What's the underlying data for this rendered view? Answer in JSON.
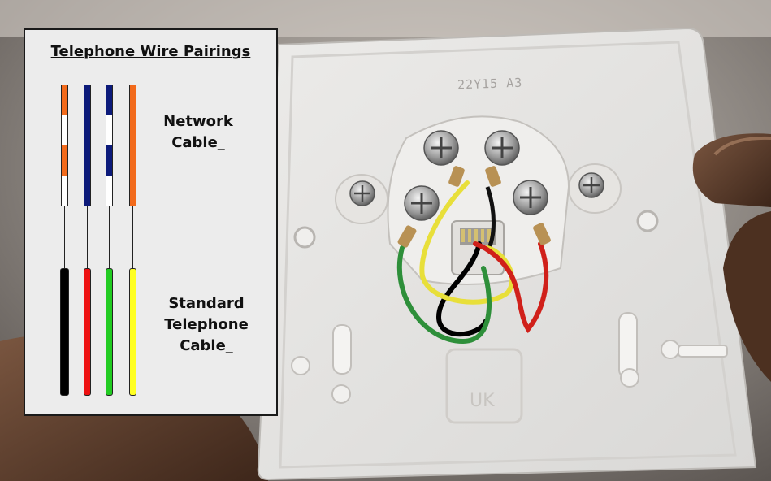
{
  "diagram": {
    "title": "Telephone Wire Pairings",
    "network_label": [
      "Network",
      "Cable_"
    ],
    "standard_label": [
      "Standard",
      "Telephone",
      "Cable_"
    ],
    "colors": {
      "orange": "#f26a1b",
      "blue": "#0c1a7a",
      "white": "#ffffff",
      "black": "#000000",
      "red": "#ee1111",
      "green": "#22cc22",
      "yellow": "#ffff22"
    },
    "network_wires": [
      {
        "name": "orange-white",
        "pattern": [
          "orange",
          "white",
          "orange",
          "white"
        ]
      },
      {
        "name": "blue",
        "pattern": [
          "blue"
        ]
      },
      {
        "name": "blue-white",
        "pattern": [
          "blue",
          "white",
          "blue",
          "white"
        ]
      },
      {
        "name": "orange",
        "pattern": [
          "orange"
        ]
      }
    ],
    "standard_wires": [
      "black",
      "red",
      "green",
      "yellow"
    ]
  },
  "photo": {
    "plate_marking": "22Y15 A3",
    "logo_text": "UK"
  }
}
